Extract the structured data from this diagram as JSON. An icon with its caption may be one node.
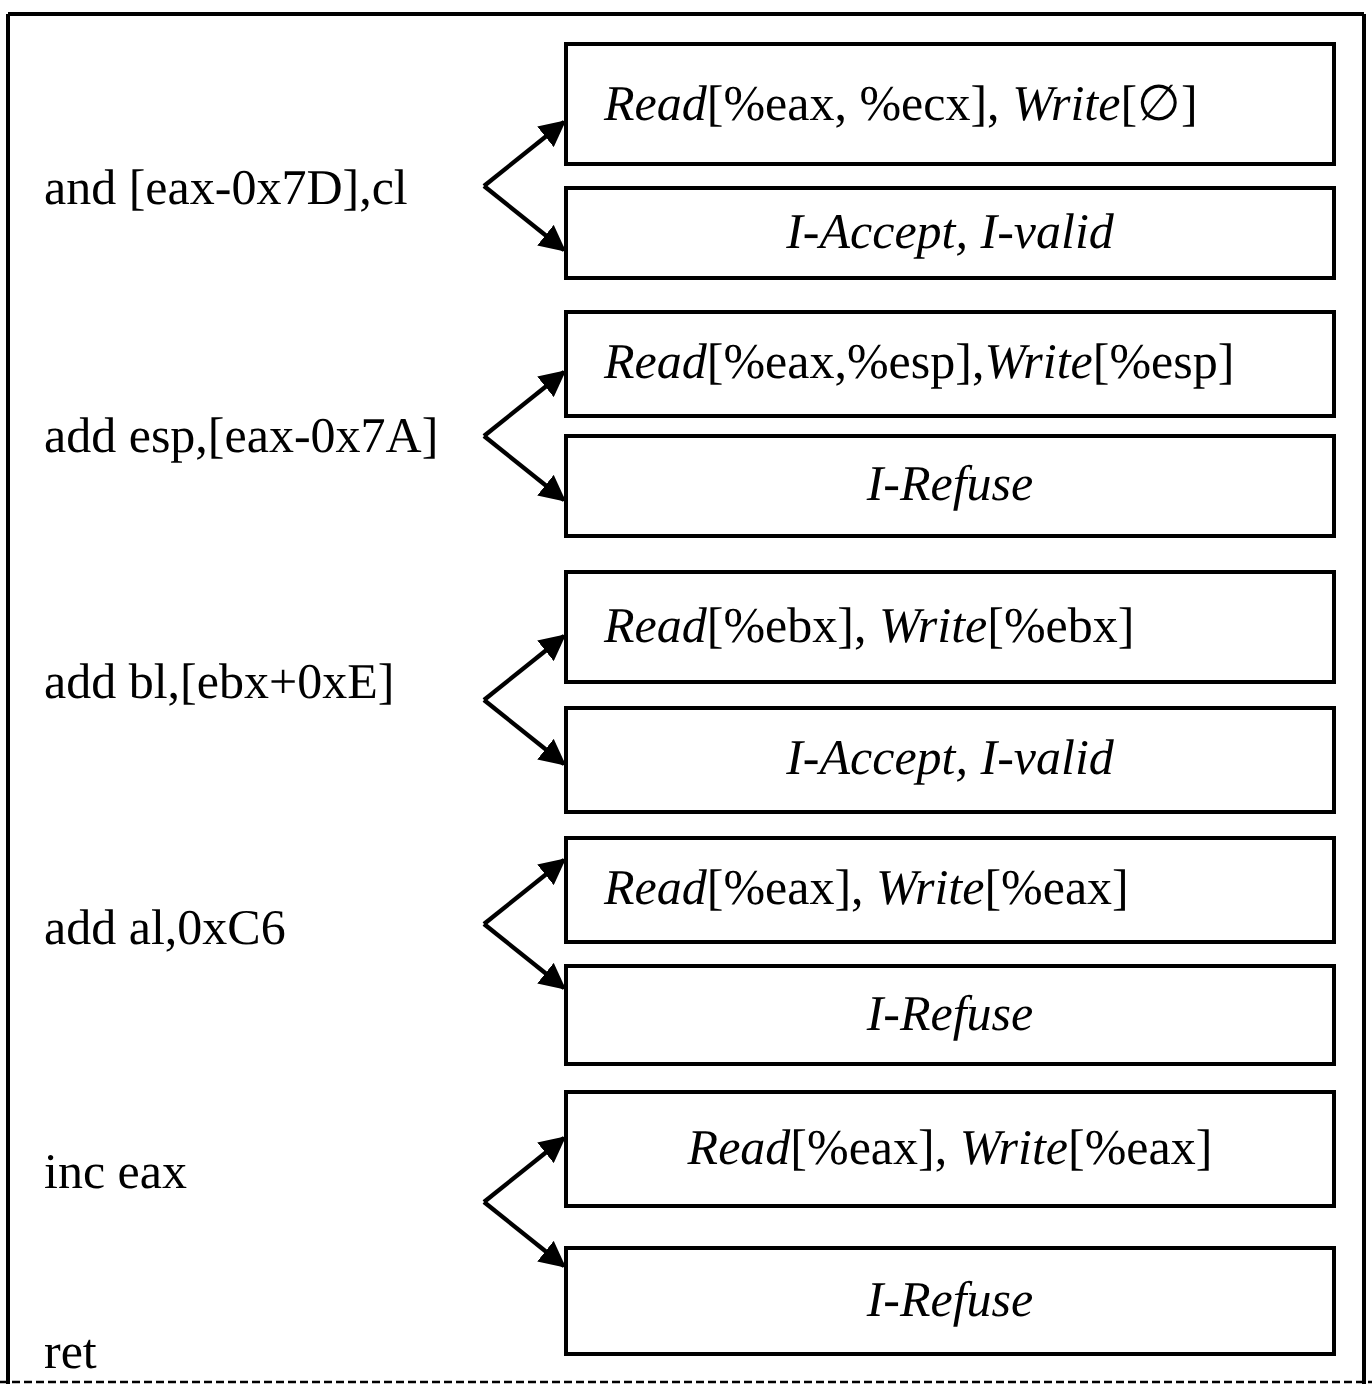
{
  "diagram": {
    "nodes": [
      {
        "text": [
          "and [eax-0x7D],cl"
        ]
      },
      {
        "text": [
          "*Read*[%eax, %ecx], *Write*[∅]"
        ]
      },
      {
        "text": [
          "*I-Accept, I-valid*"
        ]
      },
      {
        "text": [
          "add esp,[eax-0x7A]"
        ]
      },
      {
        "text": [
          "*Read*[%eax,%esp],*Write*[%esp]"
        ]
      },
      {
        "text": [
          "*I-Refuse*"
        ]
      },
      {
        "text": [
          "add bl,[ebx+0xE]"
        ]
      },
      {
        "text": [
          "*Read*[%ebx], *Write*[%ebx]"
        ]
      },
      {
        "text": [
          "*I-Accept, I-valid*"
        ]
      },
      {
        "text": [
          "add al,0xC6"
        ]
      },
      {
        "text": [
          "*Read*[%eax], *Write*[%eax]"
        ]
      },
      {
        "text": [
          "*I-Refuse*"
        ]
      },
      {
        "text": [
          "inc eax"
        ]
      },
      {
        "text": [
          "*Read*[%eax], *Write*[%eax]"
        ]
      },
      {
        "text": [
          "*I-Refuse*"
        ]
      }
    ],
    "edges": [
      {
        "from": 0,
        "to": 1,
        "arrow": "to"
      },
      {
        "from": 0,
        "to": 2,
        "arrow": "to"
      },
      {
        "from": 3,
        "to": 4,
        "arrow": "to"
      },
      {
        "from": 3,
        "to": 5,
        "arrow": "to"
      },
      {
        "from": 6,
        "to": 7,
        "arrow": "to"
      },
      {
        "from": 6,
        "to": 8,
        "arrow": "to"
      },
      {
        "from": null,
        "to": 10,
        "arrow": "to"
      },
      {
        "from": null,
        "to": 11,
        "arrow": "to"
      },
      {
        "from": null,
        "to": 13,
        "arrow": "to"
      },
      {
        "from": null,
        "to": 14,
        "arrow": "to"
      }
    ],
    "labels": [
      "ret"
    ]
  }
}
